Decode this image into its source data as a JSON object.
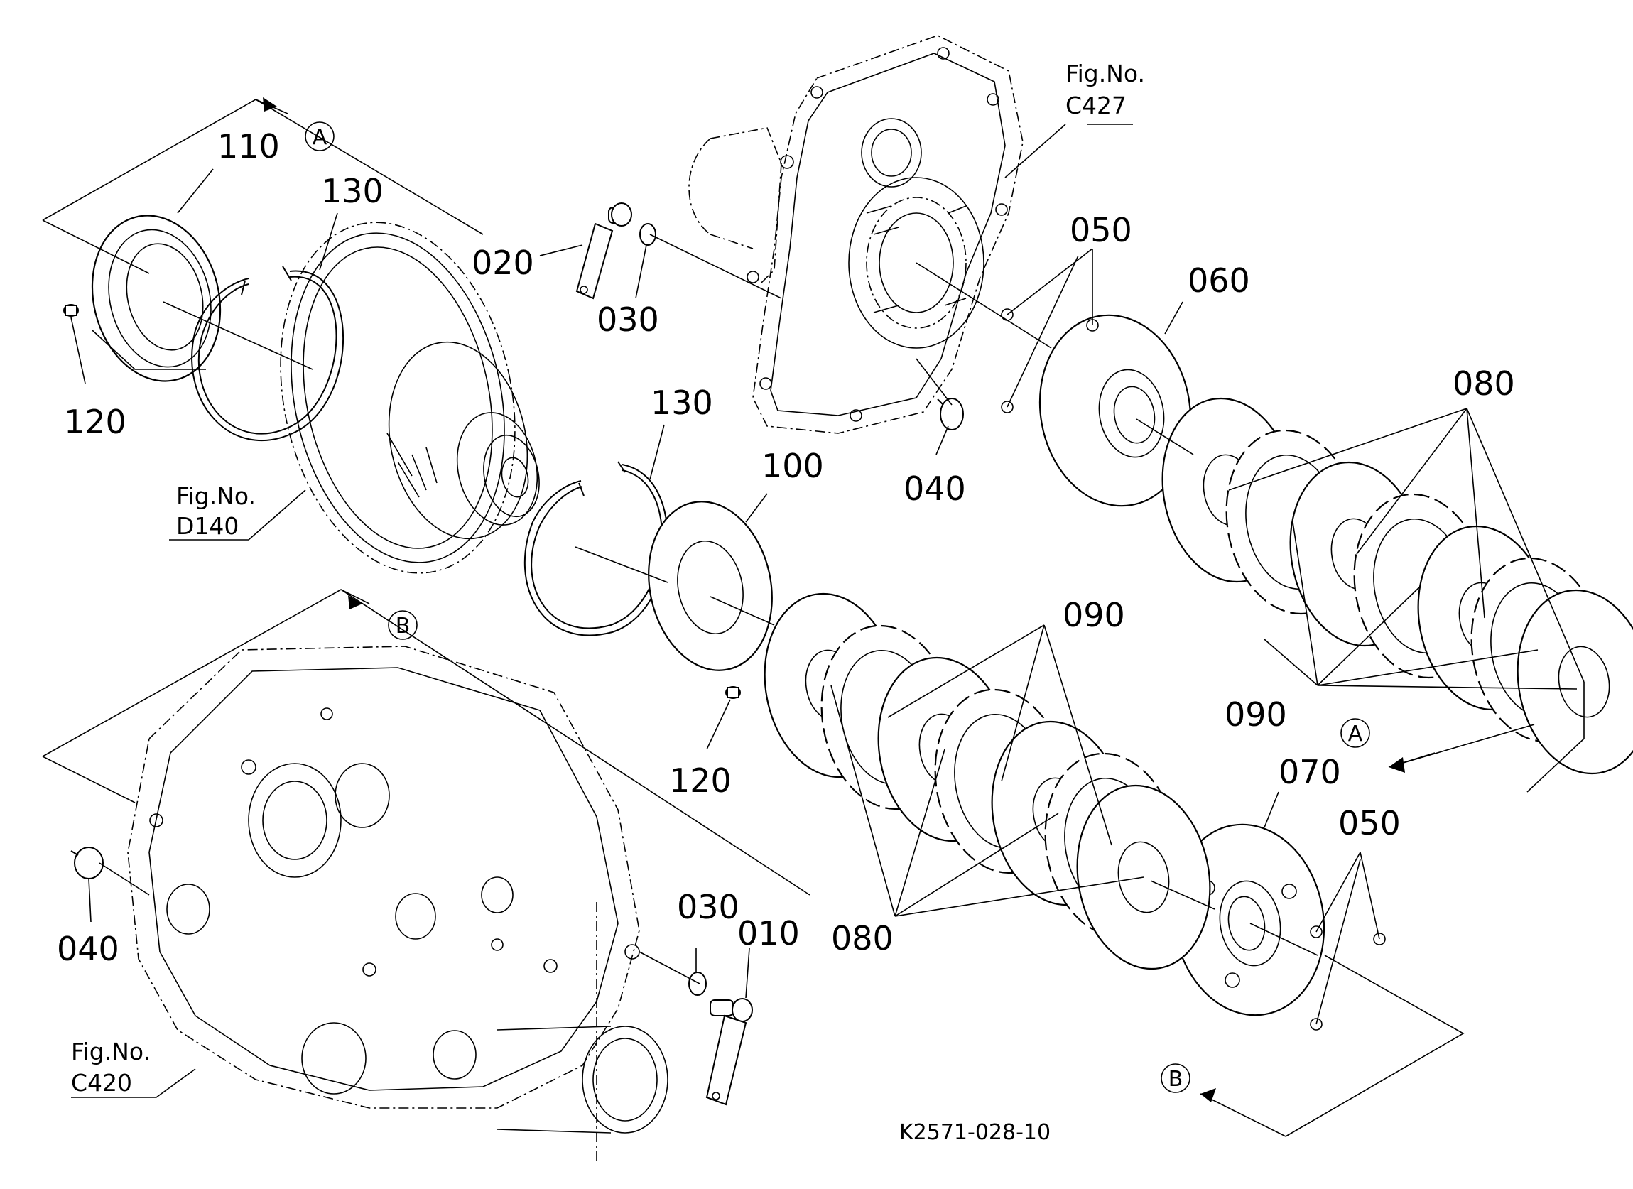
{
  "diagram": {
    "drawing_code": "K2571-028-10",
    "callouts": [
      {
        "id": "c110",
        "label": "110"
      },
      {
        "id": "c130a",
        "label": "130"
      },
      {
        "id": "c120a",
        "label": "120"
      },
      {
        "id": "c020",
        "label": "020"
      },
      {
        "id": "c030a",
        "label": "030"
      },
      {
        "id": "c050a",
        "label": "050"
      },
      {
        "id": "c060",
        "label": "060"
      },
      {
        "id": "c080a",
        "label": "080"
      },
      {
        "id": "c130b",
        "label": "130"
      },
      {
        "id": "c100",
        "label": "100"
      },
      {
        "id": "c040a",
        "label": "040"
      },
      {
        "id": "c090a",
        "label": "090"
      },
      {
        "id": "c090b",
        "label": "090"
      },
      {
        "id": "c120b",
        "label": "120"
      },
      {
        "id": "c070",
        "label": "070"
      },
      {
        "id": "c050b",
        "label": "050"
      },
      {
        "id": "c030b",
        "label": "030"
      },
      {
        "id": "c010",
        "label": "010"
      },
      {
        "id": "c040b",
        "label": "040"
      },
      {
        "id": "c080b",
        "label": "080"
      }
    ],
    "figure_refs": [
      {
        "id": "c427",
        "line1": "Fig.No.",
        "line2": "C427"
      },
      {
        "id": "d140",
        "line1": "Fig.No.",
        "line2": "D140"
      },
      {
        "id": "c420",
        "line1": "Fig.No.",
        "line2": "C420"
      }
    ],
    "markers": [
      {
        "id": "a_top",
        "letter": "A"
      },
      {
        "id": "b_mid",
        "letter": "B"
      },
      {
        "id": "a_right",
        "letter": "A"
      },
      {
        "id": "b_bottom",
        "letter": "B"
      }
    ]
  }
}
